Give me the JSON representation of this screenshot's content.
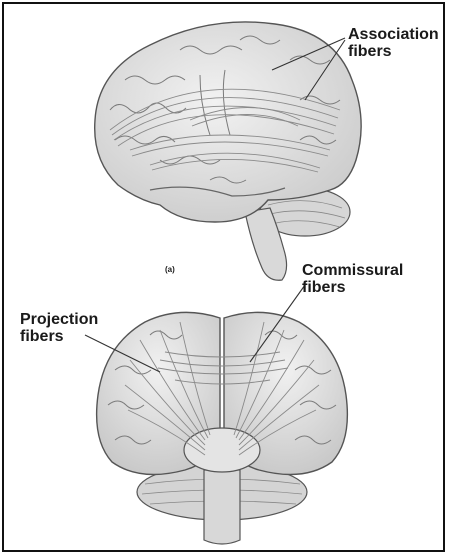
{
  "labels": {
    "association": {
      "line1": "Association",
      "line2": "fibers"
    },
    "commissural": {
      "line1": "Commissural",
      "line2": "fibers"
    },
    "projection": {
      "line1": "Projection",
      "line2": "fibers"
    },
    "panel_a": "(a)"
  },
  "colors": {
    "brain_fill": "#e6e6e6",
    "brain_shade": "#cfcfcf",
    "outline": "#555555",
    "fiber": "#888888",
    "leader": "#333333",
    "frame": "#111111"
  }
}
